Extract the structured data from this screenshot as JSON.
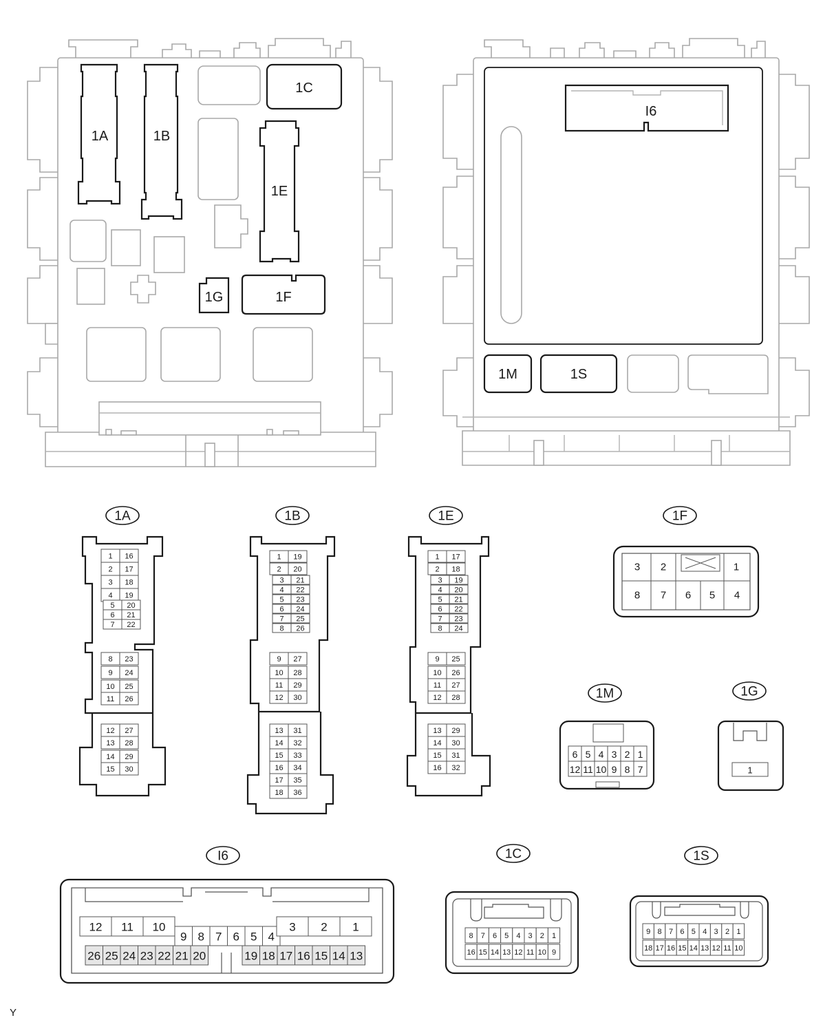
{
  "block_labels_left": [
    "1A",
    "1B",
    "1C",
    "1E",
    "1G",
    "1F"
  ],
  "block_labels_right": [
    "I6",
    "1M",
    "1S"
  ],
  "connectors": {
    "c1A": {
      "title": "1A",
      "left": [
        "1",
        "2",
        "3",
        "4",
        "5",
        "6",
        "7",
        "8",
        "9",
        "10",
        "11",
        "12",
        "13",
        "14",
        "15"
      ],
      "right": [
        "16",
        "17",
        "18",
        "19",
        "20",
        "21",
        "22",
        "23",
        "24",
        "25",
        "26",
        "27",
        "28",
        "29",
        "30"
      ]
    },
    "c1B": {
      "title": "1B",
      "left": [
        "1",
        "2",
        "3",
        "4",
        "5",
        "6",
        "7",
        "8",
        "9",
        "10",
        "11",
        "12",
        "13",
        "14",
        "15",
        "16",
        "17",
        "18"
      ],
      "right": [
        "19",
        "20",
        "21",
        "22",
        "23",
        "24",
        "25",
        "26",
        "27",
        "28",
        "29",
        "30",
        "31",
        "32",
        "33",
        "34",
        "35",
        "36"
      ]
    },
    "c1E": {
      "title": "1E",
      "left": [
        "1",
        "2",
        "3",
        "4",
        "5",
        "6",
        "7",
        "8",
        "9",
        "10",
        "11",
        "12",
        "13",
        "14",
        "15",
        "16"
      ],
      "right": [
        "17",
        "18",
        "19",
        "20",
        "21",
        "22",
        "23",
        "24",
        "25",
        "26",
        "27",
        "28",
        "29",
        "30",
        "31",
        "32"
      ]
    },
    "c1F": {
      "title": "1F",
      "top": [
        "3",
        "2",
        "1"
      ],
      "bottom": [
        "8",
        "7",
        "6",
        "5",
        "4"
      ]
    },
    "c1M": {
      "title": "1M",
      "top": [
        "6",
        "5",
        "4",
        "3",
        "2",
        "1"
      ],
      "bottom": [
        "12",
        "11",
        "10",
        "9",
        "8",
        "7"
      ]
    },
    "c1G": {
      "title": "1G",
      "pins": [
        "1"
      ]
    },
    "cI6": {
      "title": "I6",
      "topA": [
        "12",
        "11",
        "10"
      ],
      "mid": [
        "9",
        "8",
        "7",
        "6",
        "5",
        "4"
      ],
      "topB": [
        "3",
        "2",
        "1"
      ],
      "bottomA": [
        "26",
        "25",
        "24",
        "23",
        "22",
        "21",
        "20"
      ],
      "bottomB": [
        "19",
        "18",
        "17",
        "16",
        "15",
        "14",
        "13"
      ]
    },
    "c1C": {
      "title": "1C",
      "top": [
        "8",
        "7",
        "6",
        "5",
        "4",
        "3",
        "2",
        "1"
      ],
      "bottom": [
        "16",
        "15",
        "14",
        "13",
        "12",
        "11",
        "10",
        "9"
      ]
    },
    "c1S": {
      "title": "1S",
      "top": [
        "9",
        "8",
        "7",
        "6",
        "5",
        "4",
        "3",
        "2",
        "1"
      ],
      "bottom": [
        "18",
        "17",
        "16",
        "15",
        "14",
        "13",
        "12",
        "11",
        "10"
      ]
    }
  },
  "footer_code": "Y"
}
